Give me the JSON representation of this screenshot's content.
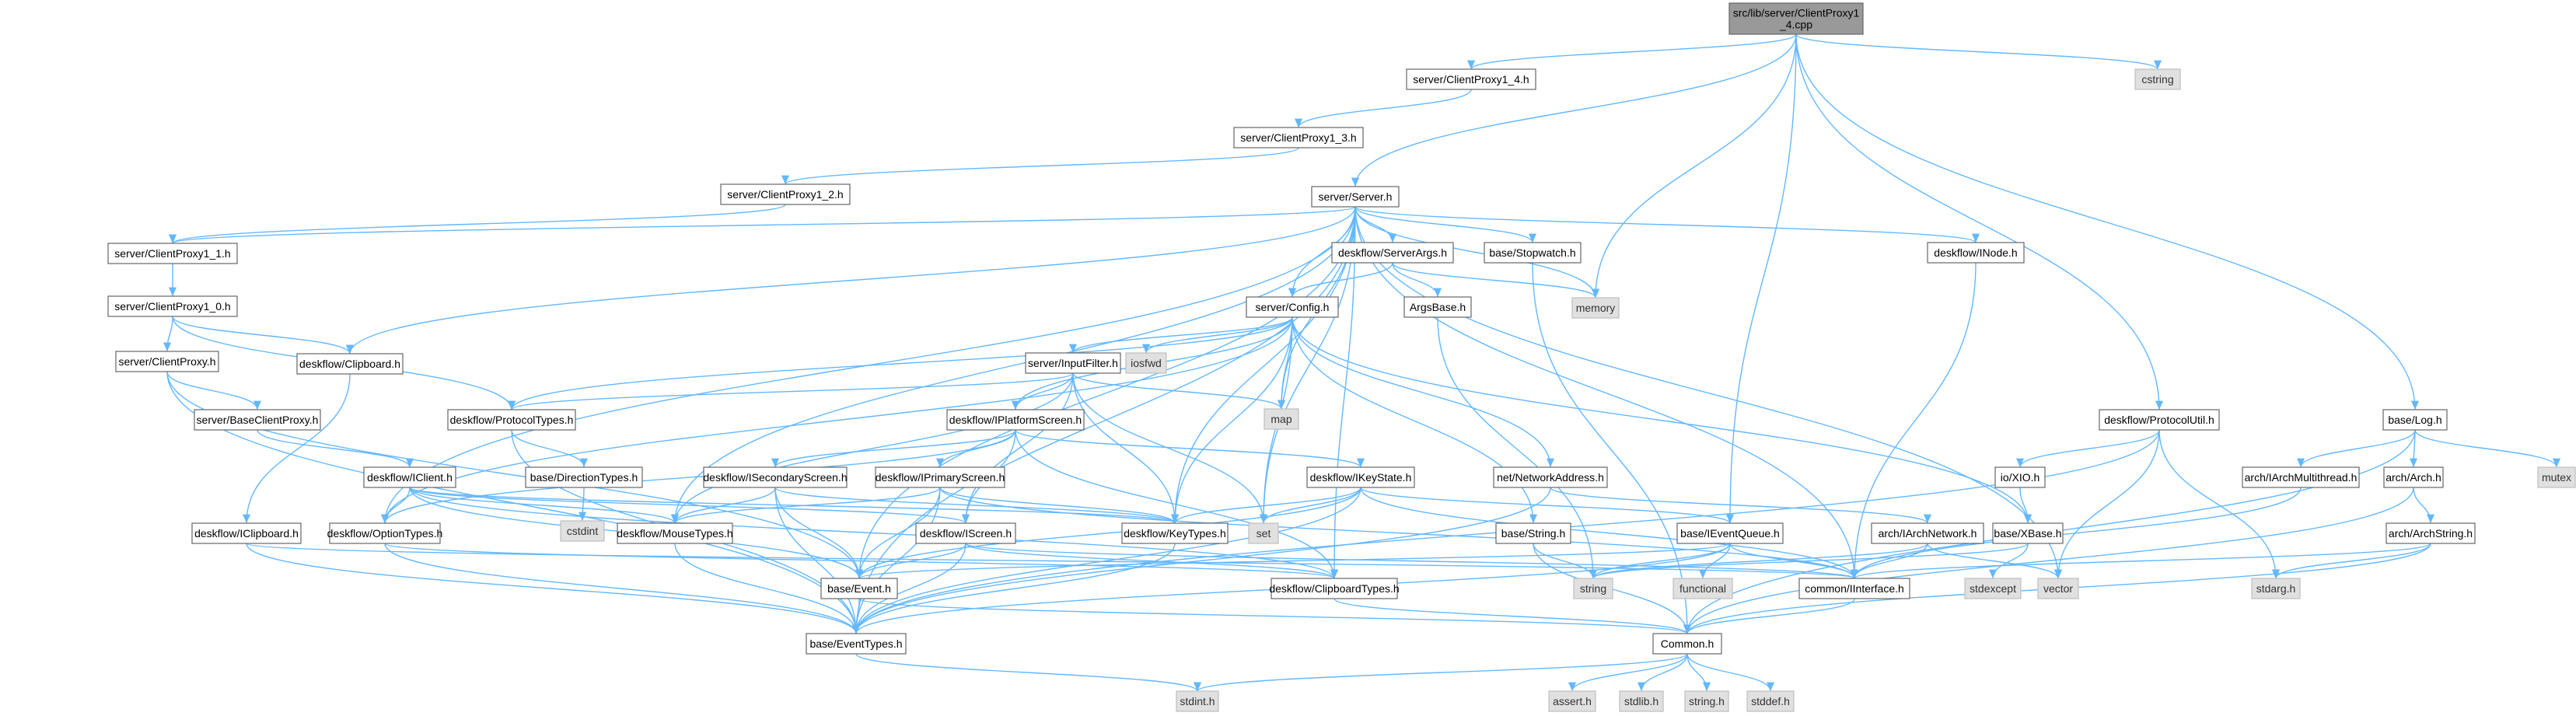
{
  "graph": {
    "root": "src/lib/server/ClientProxy1_4.cpp",
    "edge_color": "#63b8ff",
    "nodes": [
      {
        "id": "root",
        "lines": [
          "src/lib/server/ClientProxy1",
          "_4.cpp"
        ],
        "kind": "root"
      },
      {
        "id": "cp14h",
        "lines": [
          "server/ClientProxy1_4.h"
        ],
        "kind": "local"
      },
      {
        "id": "cstring",
        "lines": [
          "cstring"
        ],
        "kind": "system"
      },
      {
        "id": "cp13h",
        "lines": [
          "server/ClientProxy1_3.h"
        ],
        "kind": "local"
      },
      {
        "id": "cp12h",
        "lines": [
          "server/ClientProxy1_2.h"
        ],
        "kind": "local"
      },
      {
        "id": "serverh",
        "lines": [
          "server/Server.h"
        ],
        "kind": "local"
      },
      {
        "id": "cp11h",
        "lines": [
          "server/ClientProxy1_1.h"
        ],
        "kind": "local"
      },
      {
        "id": "cp10h",
        "lines": [
          "server/ClientProxy1_0.h"
        ],
        "kind": "local"
      },
      {
        "id": "cph",
        "lines": [
          "server/ClientProxy.h"
        ],
        "kind": "local"
      },
      {
        "id": "bcph",
        "lines": [
          "server/BaseClientProxy.h"
        ],
        "kind": "local"
      },
      {
        "id": "serverargs",
        "lines": [
          "deskflow/ServerArgs.h"
        ],
        "kind": "local"
      },
      {
        "id": "stopwatch",
        "lines": [
          "base/Stopwatch.h"
        ],
        "kind": "local"
      },
      {
        "id": "inode",
        "lines": [
          "deskflow/INode.h"
        ],
        "kind": "local"
      },
      {
        "id": "memory",
        "lines": [
          "memory"
        ],
        "kind": "system"
      },
      {
        "id": "config",
        "lines": [
          "server/Config.h"
        ],
        "kind": "local"
      },
      {
        "id": "argsbase",
        "lines": [
          "ArgsBase.h"
        ],
        "kind": "local"
      },
      {
        "id": "clipboard",
        "lines": [
          "deskflow/Clipboard.h"
        ],
        "kind": "local"
      },
      {
        "id": "inputfilter",
        "lines": [
          "server/InputFilter.h"
        ],
        "kind": "local"
      },
      {
        "id": "iosfwd",
        "lines": [
          "iosfwd"
        ],
        "kind": "system"
      },
      {
        "id": "map",
        "lines": [
          "map"
        ],
        "kind": "system"
      },
      {
        "id": "protocoltypes",
        "lines": [
          "deskflow/ProtocolTypes.h"
        ],
        "kind": "local"
      },
      {
        "id": "iplatformscreen",
        "lines": [
          "deskflow/IPlatformScreen.h"
        ],
        "kind": "local"
      },
      {
        "id": "protocolutil",
        "lines": [
          "deskflow/ProtocolUtil.h"
        ],
        "kind": "local"
      },
      {
        "id": "logh",
        "lines": [
          "base/Log.h"
        ],
        "kind": "local"
      },
      {
        "id": "iclient",
        "lines": [
          "deskflow/IClient.h"
        ],
        "kind": "local"
      },
      {
        "id": "directiontypes",
        "lines": [
          "base/DirectionTypes.h"
        ],
        "kind": "local"
      },
      {
        "id": "isecondary",
        "lines": [
          "deskflow/ISecondaryScreen.h"
        ],
        "kind": "local"
      },
      {
        "id": "iprimary",
        "lines": [
          "deskflow/IPrimaryScreen.h"
        ],
        "kind": "local"
      },
      {
        "id": "ikeystate",
        "lines": [
          "deskflow/IKeyState.h"
        ],
        "kind": "local"
      },
      {
        "id": "netaddr",
        "lines": [
          "net/NetworkAddress.h"
        ],
        "kind": "local"
      },
      {
        "id": "xioh",
        "lines": [
          "io/XIO.h"
        ],
        "kind": "local"
      },
      {
        "id": "iarchmt",
        "lines": [
          "arch/IArchMultithread.h"
        ],
        "kind": "local"
      },
      {
        "id": "archh",
        "lines": [
          "arch/Arch.h"
        ],
        "kind": "local"
      },
      {
        "id": "mutex",
        "lines": [
          "mutex"
        ],
        "kind": "system"
      },
      {
        "id": "cstdint",
        "lines": [
          "cstdint"
        ],
        "kind": "system"
      },
      {
        "id": "iclipboard",
        "lines": [
          "deskflow/IClipboard.h"
        ],
        "kind": "local"
      },
      {
        "id": "optiontypes",
        "lines": [
          "deskflow/OptionTypes.h"
        ],
        "kind": "local"
      },
      {
        "id": "mousetypes",
        "lines": [
          "deskflow/MouseTypes.h"
        ],
        "kind": "local"
      },
      {
        "id": "iscreen",
        "lines": [
          "deskflow/IScreen.h"
        ],
        "kind": "local"
      },
      {
        "id": "keytypes",
        "lines": [
          "deskflow/KeyTypes.h"
        ],
        "kind": "local"
      },
      {
        "id": "set",
        "lines": [
          "set"
        ],
        "kind": "system"
      },
      {
        "id": "stringh",
        "lines": [
          "base/String.h"
        ],
        "kind": "local"
      },
      {
        "id": "ieventqueue",
        "lines": [
          "base/IEventQueue.h"
        ],
        "kind": "local"
      },
      {
        "id": "iarchnet",
        "lines": [
          "arch/IArchNetwork.h"
        ],
        "kind": "local"
      },
      {
        "id": "xbase",
        "lines": [
          "base/XBase.h"
        ],
        "kind": "local"
      },
      {
        "id": "archstring",
        "lines": [
          "arch/ArchString.h"
        ],
        "kind": "local"
      },
      {
        "id": "eventh",
        "lines": [
          "base/Event.h"
        ],
        "kind": "local"
      },
      {
        "id": "cliptypes",
        "lines": [
          "deskflow/ClipboardTypes.h"
        ],
        "kind": "local"
      },
      {
        "id": "string",
        "lines": [
          "string"
        ],
        "kind": "system"
      },
      {
        "id": "functional",
        "lines": [
          "functional"
        ],
        "kind": "system"
      },
      {
        "id": "iinterface",
        "lines": [
          "common/IInterface.h"
        ],
        "kind": "local"
      },
      {
        "id": "stdexcept",
        "lines": [
          "stdexcept"
        ],
        "kind": "system"
      },
      {
        "id": "vector",
        "lines": [
          "vector"
        ],
        "kind": "system"
      },
      {
        "id": "stdarg",
        "lines": [
          "stdarg.h"
        ],
        "kind": "system"
      },
      {
        "id": "eventtypes",
        "lines": [
          "base/EventTypes.h"
        ],
        "kind": "local"
      },
      {
        "id": "common",
        "lines": [
          "Common.h"
        ],
        "kind": "local"
      },
      {
        "id": "stdint",
        "lines": [
          "stdint.h"
        ],
        "kind": "system"
      },
      {
        "id": "asserth",
        "lines": [
          "assert.h"
        ],
        "kind": "system"
      },
      {
        "id": "stdlib",
        "lines": [
          "stdlib.h"
        ],
        "kind": "system"
      },
      {
        "id": "stringdoth",
        "lines": [
          "string.h"
        ],
        "kind": "system"
      },
      {
        "id": "stddef",
        "lines": [
          "stddef.h"
        ],
        "kind": "system"
      }
    ],
    "edges": [
      [
        "root",
        "cp14h"
      ],
      [
        "root",
        "cstring"
      ],
      [
        "root",
        "serverh"
      ],
      [
        "root",
        "memory"
      ],
      [
        "root",
        "ieventqueue"
      ],
      [
        "root",
        "protocolutil"
      ],
      [
        "root",
        "logh"
      ],
      [
        "cp14h",
        "cp13h"
      ],
      [
        "cp13h",
        "cp12h"
      ],
      [
        "cp12h",
        "cp11h"
      ],
      [
        "cp11h",
        "cp10h"
      ],
      [
        "cp10h",
        "cph"
      ],
      [
        "cp10h",
        "clipboard"
      ],
      [
        "cp10h",
        "protocoltypes"
      ],
      [
        "cph",
        "bcph"
      ],
      [
        "cph",
        "eventh"
      ],
      [
        "cph",
        "eventtypes"
      ],
      [
        "bcph",
        "iclient"
      ],
      [
        "serverh",
        "cp11h"
      ],
      [
        "serverh",
        "serverargs"
      ],
      [
        "serverh",
        "stopwatch"
      ],
      [
        "serverh",
        "inode"
      ],
      [
        "serverh",
        "memory"
      ],
      [
        "serverh",
        "config"
      ],
      [
        "serverh",
        "clipboard"
      ],
      [
        "serverh",
        "map"
      ],
      [
        "serverh",
        "mousetypes"
      ],
      [
        "serverh",
        "optiontypes"
      ],
      [
        "serverh",
        "keytypes"
      ],
      [
        "serverh",
        "set"
      ],
      [
        "serverh",
        "eventh"
      ],
      [
        "serverh",
        "eventtypes"
      ],
      [
        "serverh",
        "vector"
      ],
      [
        "serverh",
        "cliptypes"
      ],
      [
        "serverh",
        "iinterface"
      ],
      [
        "serverargs",
        "argsbase"
      ],
      [
        "serverargs",
        "config"
      ],
      [
        "serverargs",
        "memory"
      ],
      [
        "stopwatch",
        "common"
      ],
      [
        "inode",
        "iinterface"
      ],
      [
        "argsbase",
        "string"
      ],
      [
        "config",
        "inputfilter"
      ],
      [
        "config",
        "iosfwd"
      ],
      [
        "config",
        "map"
      ],
      [
        "config",
        "protocoltypes"
      ],
      [
        "config",
        "iplatformscreen"
      ],
      [
        "config",
        "netaddr"
      ],
      [
        "config",
        "stringh"
      ],
      [
        "config",
        "xbase"
      ],
      [
        "config",
        "set"
      ],
      [
        "config",
        "optiontypes"
      ],
      [
        "config",
        "keytypes"
      ],
      [
        "inputfilter",
        "map"
      ],
      [
        "inputfilter",
        "set"
      ],
      [
        "inputfilter",
        "protocoltypes"
      ],
      [
        "inputfilter",
        "iplatformscreen"
      ],
      [
        "inputfilter",
        "keytypes"
      ],
      [
        "inputfilter",
        "mousetypes"
      ],
      [
        "inputfilter",
        "iscreen"
      ],
      [
        "clipboard",
        "iclipboard"
      ],
      [
        "protocoltypes",
        "directiontypes"
      ],
      [
        "protocoltypes",
        "eventtypes"
      ],
      [
        "iplatformscreen",
        "isecondary"
      ],
      [
        "iplatformscreen",
        "iprimary"
      ],
      [
        "iplatformscreen",
        "ikeystate"
      ],
      [
        "iplatformscreen",
        "iscreen"
      ],
      [
        "iplatformscreen",
        "cliptypes"
      ],
      [
        "iplatformscreen",
        "optiontypes"
      ],
      [
        "directiontypes",
        "cstdint"
      ],
      [
        "iclient",
        "optiontypes"
      ],
      [
        "iclient",
        "mousetypes"
      ],
      [
        "iclient",
        "keytypes"
      ],
      [
        "iclient",
        "iscreen"
      ],
      [
        "iclient",
        "cliptypes"
      ],
      [
        "iclient",
        "eventh"
      ],
      [
        "isecondary",
        "mousetypes"
      ],
      [
        "isecondary",
        "keytypes"
      ],
      [
        "isecondary",
        "eventh"
      ],
      [
        "isecondary",
        "eventtypes"
      ],
      [
        "iprimary",
        "mousetypes"
      ],
      [
        "iprimary",
        "keytypes"
      ],
      [
        "iprimary",
        "eventh"
      ],
      [
        "iprimary",
        "eventtypes"
      ],
      [
        "iprimary",
        "iinterface"
      ],
      [
        "ikeystate",
        "keytypes"
      ],
      [
        "ikeystate",
        "set"
      ],
      [
        "ikeystate",
        "ieventqueue"
      ],
      [
        "ikeystate",
        "eventh"
      ],
      [
        "ikeystate",
        "eventtypes"
      ],
      [
        "ikeystate",
        "iinterface"
      ],
      [
        "iscreen",
        "eventh"
      ],
      [
        "iscreen",
        "eventtypes"
      ],
      [
        "iscreen",
        "cliptypes"
      ],
      [
        "iscreen",
        "iinterface"
      ],
      [
        "netaddr",
        "iarchnet"
      ],
      [
        "netaddr",
        "eventtypes"
      ],
      [
        "stringh",
        "string"
      ],
      [
        "stringh",
        "common"
      ],
      [
        "ieventqueue",
        "string"
      ],
      [
        "ieventqueue",
        "functional"
      ],
      [
        "ieventqueue",
        "iinterface"
      ],
      [
        "ieventqueue",
        "eventh"
      ],
      [
        "ieventqueue",
        "eventtypes"
      ],
      [
        "iarchnet",
        "iinterface"
      ],
      [
        "iarchnet",
        "string"
      ],
      [
        "iarchnet",
        "vector"
      ],
      [
        "protocolutil",
        "xioh"
      ],
      [
        "protocolutil",
        "stdarg"
      ],
      [
        "protocolutil",
        "vector"
      ],
      [
        "protocolutil",
        "eventtypes"
      ],
      [
        "xioh",
        "xbase"
      ],
      [
        "xbase",
        "string"
      ],
      [
        "xbase",
        "stdexcept"
      ],
      [
        "logh",
        "iarchmt"
      ],
      [
        "logh",
        "archh"
      ],
      [
        "logh",
        "mutex"
      ],
      [
        "logh",
        "common"
      ],
      [
        "iarchmt",
        "iinterface"
      ],
      [
        "archh",
        "archstring"
      ],
      [
        "archh",
        "common"
      ],
      [
        "archstring",
        "iinterface"
      ],
      [
        "archstring",
        "stdarg"
      ],
      [
        "archstring",
        "common"
      ],
      [
        "iclipboard",
        "iinterface"
      ],
      [
        "iclipboard",
        "eventtypes"
      ],
      [
        "optiontypes",
        "eventtypes"
      ],
      [
        "optiontypes",
        "cliptypes"
      ],
      [
        "mousetypes",
        "eventtypes"
      ],
      [
        "keytypes",
        "eventtypes"
      ],
      [
        "eventh",
        "eventtypes"
      ],
      [
        "eventh",
        "common"
      ],
      [
        "cliptypes",
        "common"
      ],
      [
        "iinterface",
        "common"
      ],
      [
        "eventtypes",
        "stdint"
      ],
      [
        "common",
        "asserth"
      ],
      [
        "common",
        "stdlib"
      ],
      [
        "common",
        "stringdoth"
      ],
      [
        "common",
        "stddef"
      ],
      [
        "common",
        "stdint"
      ]
    ]
  }
}
